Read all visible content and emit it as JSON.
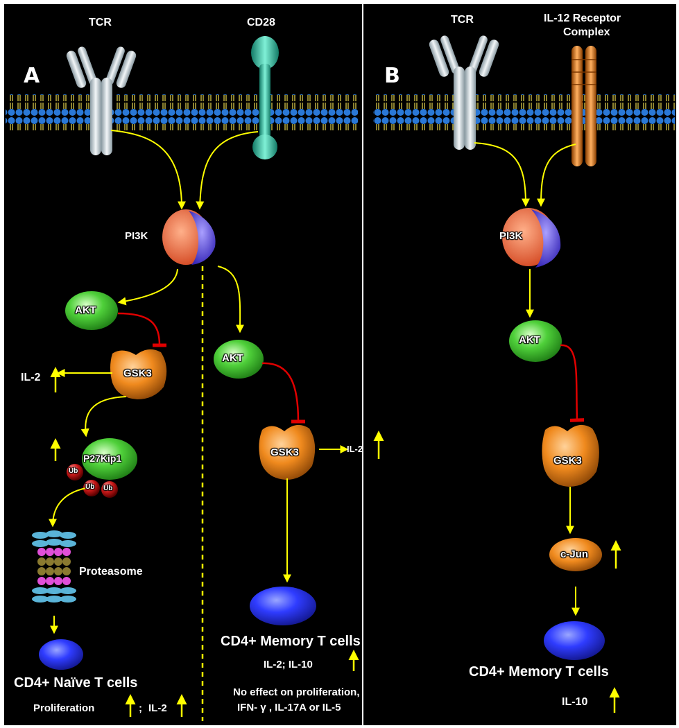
{
  "panel_a": {
    "letter": "A",
    "receptor1": "TCR",
    "receptor2": "CD28",
    "pi3k": "PI3K",
    "naive_branch": {
      "akt": "AKT",
      "gsk3": "GSK3",
      "il2": "IL-2",
      "p27": "P27Kip1",
      "ub": "Ub",
      "proteasome": "Proteasome",
      "cell": "CD4+ Naïve T cells",
      "effect_proliferation": "Proliferation",
      "effect_sep": ";",
      "effect_il2": "IL-2"
    },
    "memory_branch": {
      "akt": "AKT",
      "gsk3": "GSK3",
      "il2": "IL-2",
      "cell": "CD4+ Memory T cells",
      "cytokines": "IL-2; IL-10",
      "no_effect_line1": "No effect on proliferation,",
      "no_effect_line2": "IFN- γ , IL-17A or IL-5"
    }
  },
  "panel_b": {
    "letter": "B",
    "receptor1": "TCR",
    "receptor2_line1": "IL-12 Receptor",
    "receptor2_line2": "Complex",
    "pi3k": "PI3K",
    "akt": "AKT",
    "gsk3": "GSK3",
    "cjun": "c-Jun",
    "cell": "CD4+ Memory T cells",
    "cytokine": "IL-10"
  },
  "colors": {
    "background": "#000000",
    "activation_arrow": "#ffff00",
    "inhibition_arrow": "#e00000",
    "akt": "#3fbf2a",
    "gsk3": "#f08a1e",
    "pi3k_left": "#f06a3a",
    "pi3k_right": "#4a34e0",
    "cell": "#2f3cff",
    "membrane": "#2a78d6",
    "tcr": "#cfd8dc",
    "cd28": "#2fc4a6",
    "il12r": "#f0801a",
    "ub": "#c81818"
  }
}
